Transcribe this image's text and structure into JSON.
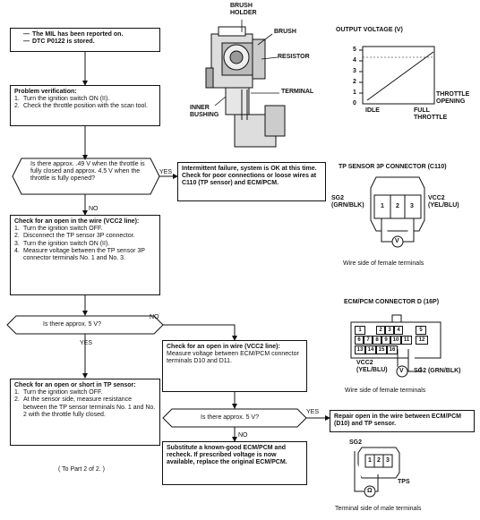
{
  "flow": {
    "start": [
      "The MIL has been reported on.",
      "DTC P0122 is stored."
    ],
    "verify": {
      "title": "Problem verification:",
      "steps": [
        "Turn the ignition switch ON (II).",
        "Check the throttle position with the scan tool."
      ]
    },
    "q1": "Is there approx. .49 V when the throttle is fully closed and approx. 4.5 V when the throttle is fully opened?",
    "yes1": "YES",
    "intermittent": "Intermittent failure, system is OK at this time. Check for poor connections or loose wires at C110 (TP sensor) and ECM/PCM.",
    "no1": "NO",
    "check_open": {
      "title": "Check for an open in the wire (VCC2 line):",
      "steps": [
        "Turn the ignition switch OFF.",
        "Disconnect the TP sensor 3P connector.",
        "Turn the ignition switch ON (II).",
        "Measure voltage between the TP sensor 3P connector terminals No. 1 and No. 3."
      ]
    },
    "q2": "Is there approx. 5 V?",
    "no2": "NO",
    "yes2": "YES",
    "check_open2": {
      "title": "Check for an open in wire (VCC2 line):",
      "body": "Measure voltage between ECM/PCM connector terminals D10 and D11."
    },
    "check_short": {
      "title": "Check for an open or short in TP sensor:",
      "steps": [
        "Turn the ignition switch OFF.",
        "At the sensor side, measure resistance between the TP sensor terminals No. 1 and No. 2 with the throttle fully closed."
      ]
    },
    "q3": "Is there approx. 5 V?",
    "yes3": "YES",
    "no3": "NO",
    "repair": "Repair open in the wire between ECM/PCM (D10) and TP sensor.",
    "substitute": "Substitute a known-good ECM/PCM and recheck. If prescribed voltage is now available, replace the original ECM/PCM.",
    "to_part2": "( To Part 2 of 2. )"
  },
  "sensor_diagram": {
    "labels": [
      "BRUSH HOLDER",
      "BRUSH",
      "RESISTOR",
      "TERMINAL",
      "INNER BUSHING"
    ]
  },
  "voltage_chart": {
    "title": "OUTPUT VOLTAGE (V)",
    "y_ticks": [
      "5",
      "4",
      "3",
      "2",
      "1",
      "0"
    ],
    "x_left": "IDLE",
    "x_right": "FULL THROTTLE",
    "axis_label": "THROTTLE OPENING"
  },
  "tp_connector": {
    "title": "TP SENSOR 3P CONNECTOR (C110)",
    "left_label": "SG2 (GRN/BLK)",
    "right_label": "VCC2 (YEL/BLU)",
    "pins": [
      "1",
      "2",
      "3"
    ],
    "meter": "V",
    "caption": "Wire side of female terminals"
  },
  "ecm_connector": {
    "title": "ECM/PCM CONNECTOR D (16P)",
    "row1": [
      "1",
      "2",
      "3",
      "4",
      "5"
    ],
    "row2": [
      "6",
      "7",
      "8",
      "9",
      "10",
      "11",
      "12"
    ],
    "row3": [
      "13",
      "14",
      "15",
      "16"
    ],
    "vcc2": "VCC2 (YEL/BLU)",
    "sg2": "SG2 (GRN/BLK)",
    "meter": "V",
    "caption": "Wire side of female terminals"
  },
  "tps_male": {
    "sg2": "SG2",
    "pins": [
      "1",
      "2",
      "3"
    ],
    "name": "TPS",
    "meter": "Ω",
    "caption": "Terminal side of male terminals"
  }
}
